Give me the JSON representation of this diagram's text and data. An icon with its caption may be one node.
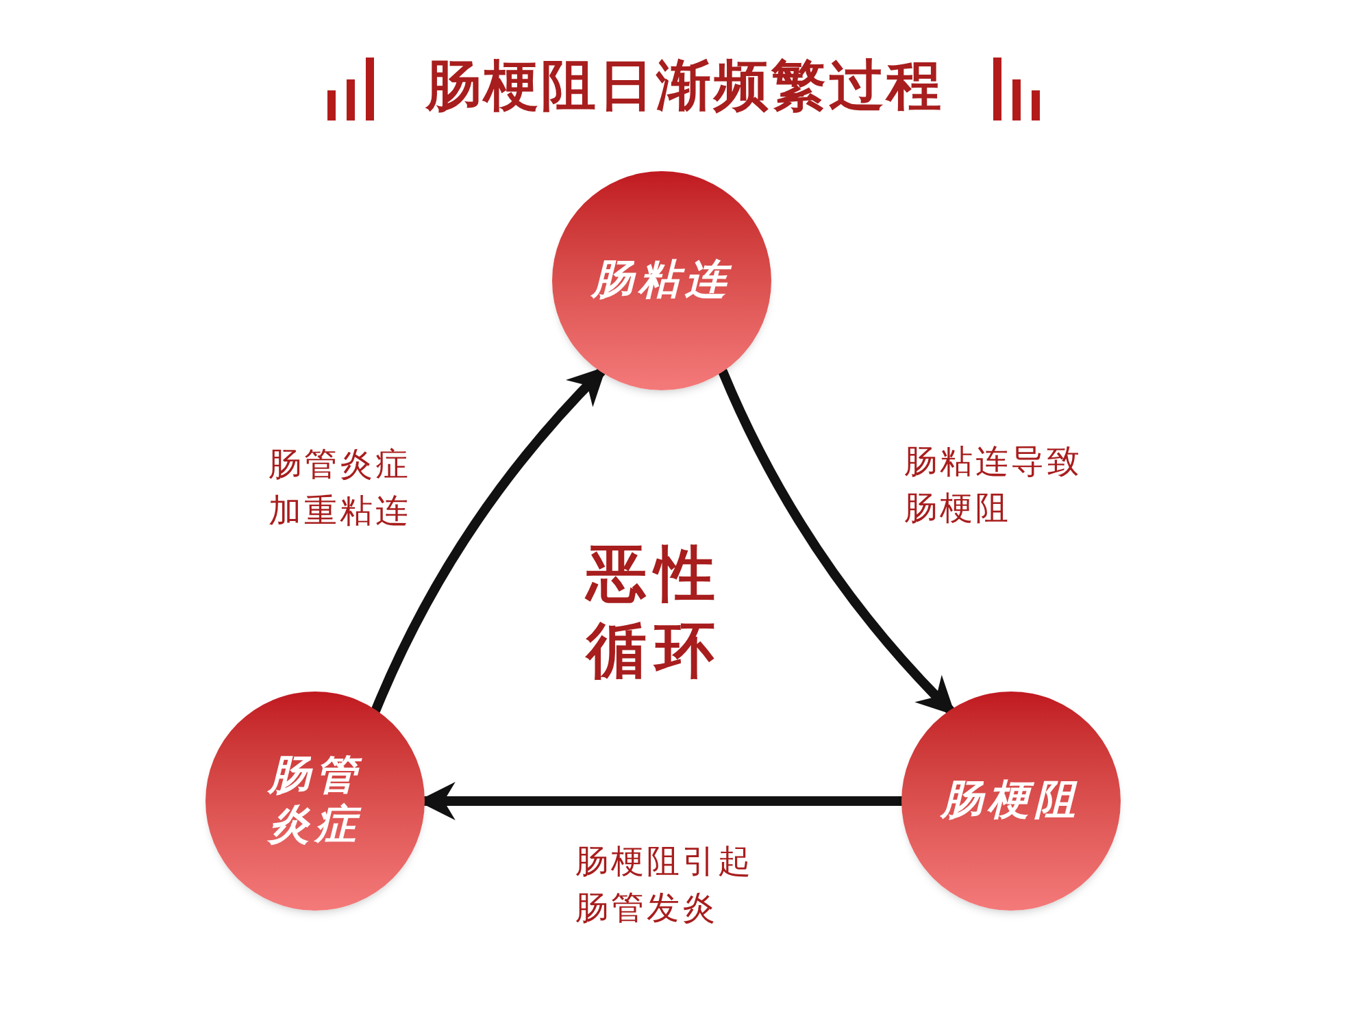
{
  "diagram": {
    "title": "肠梗阻日渐频繁过程",
    "nodes": [
      {
        "text": [
          "肠粘连"
        ]
      },
      {
        "text": [
          "肠梗阻"
        ]
      },
      {
        "text": [
          "肠管炎症"
        ]
      }
    ],
    "edges": [
      {
        "from": 0,
        "to": 1,
        "arrow": "to",
        "label": "肠粘连导致肠梗阻"
      },
      {
        "from": 1,
        "to": 2,
        "arrow": "to",
        "label": "肠梗阻引起肠管发炎"
      },
      {
        "from": 2,
        "to": 0,
        "arrow": "to",
        "label": "肠管炎症加重粘连"
      }
    ],
    "labels": [
      "恶性循环"
    ]
  }
}
